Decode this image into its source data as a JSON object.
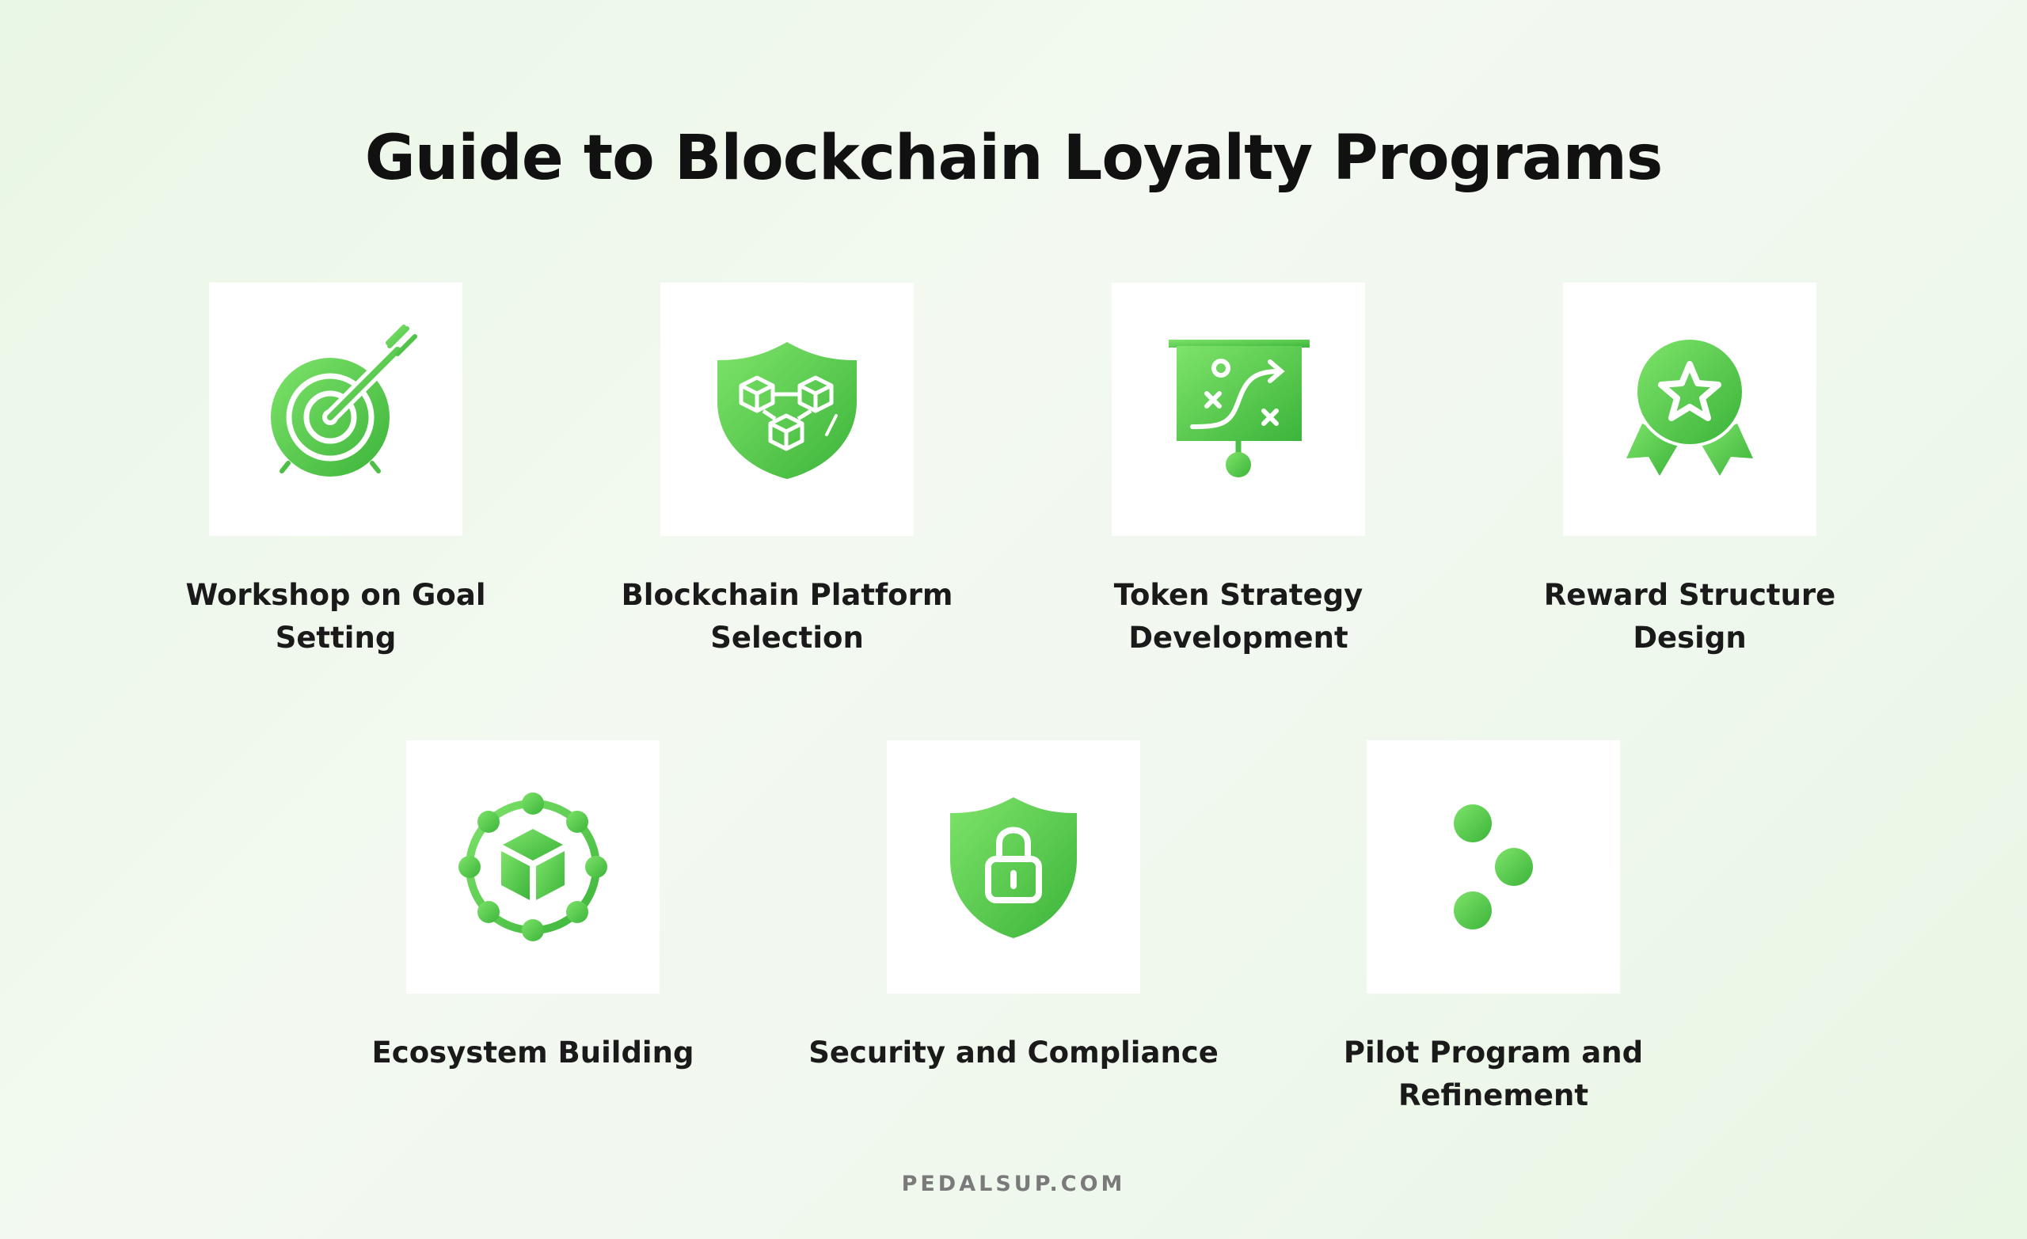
{
  "title": "Guide to Blockchain Loyalty Programs",
  "accent_gradient": [
    "#7ee36a",
    "#3cb43a"
  ],
  "steps": [
    {
      "label_line1": "Workshop on Goal",
      "label_line2": "Setting",
      "icon": "target-arrow-icon"
    },
    {
      "label_line1": "Blockchain Platform",
      "label_line2": "Selection",
      "icon": "blockchain-shield-icon"
    },
    {
      "label_line1": "Token Strategy",
      "label_line2": "Development",
      "icon": "strategy-board-icon"
    },
    {
      "label_line1": "Reward Structure",
      "label_line2": "Design",
      "icon": "award-ribbon-icon"
    },
    {
      "label_line1": "Ecosystem Building",
      "label_line2": "",
      "icon": "ecosystem-network-icon"
    },
    {
      "label_line1": "Security and Compliance",
      "label_line2": "",
      "icon": "security-lock-shield-icon"
    },
    {
      "label_line1": "Pilot Program and",
      "label_line2": "Refinement",
      "icon": "adjustment-sliders-icon"
    }
  ],
  "footer": "PEDALSUP.COM"
}
